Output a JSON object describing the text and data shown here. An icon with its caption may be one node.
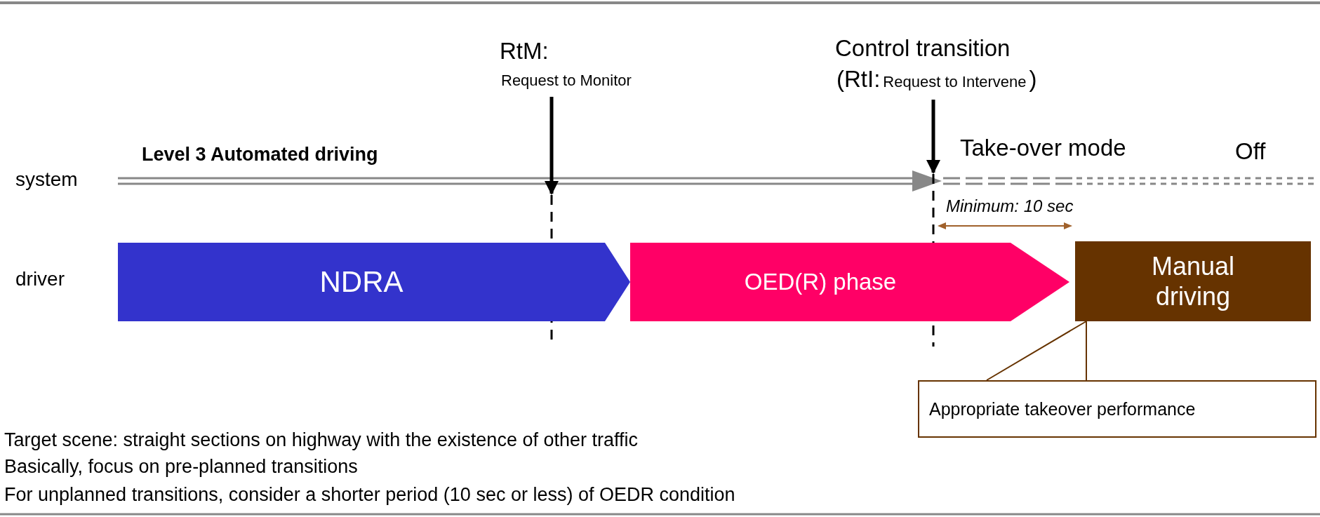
{
  "diagram": {
    "nodes": [
      {
        "text": [
          "NDRA"
        ]
      },
      {
        "text": [
          "OED(R) phase"
        ]
      },
      {
        "text": [
          "Manual driving"
        ]
      },
      {
        "text": [
          "Appropriate takeover performance"
        ]
      }
    ],
    "edges": [
      {
        "from": 3,
        "to": 2,
        "arrow": "none",
        "color": "#663300"
      }
    ],
    "labels": [
      "RtM:",
      "Request to Monitor",
      "Control transition",
      "(RtI:",
      "Request to Intervene",
      ")",
      "Level 3 Automated driving",
      "Take-over mode",
      "Off",
      "system",
      "Minimum: 10 sec",
      "driver",
      "Target scene: straight sections on highway with the existence of other traffic",
      "Basically, focus on pre-planned transitions",
      "For unplanned transitions, consider a shorter period (10 sec or less) of OEDR condition"
    ]
  }
}
